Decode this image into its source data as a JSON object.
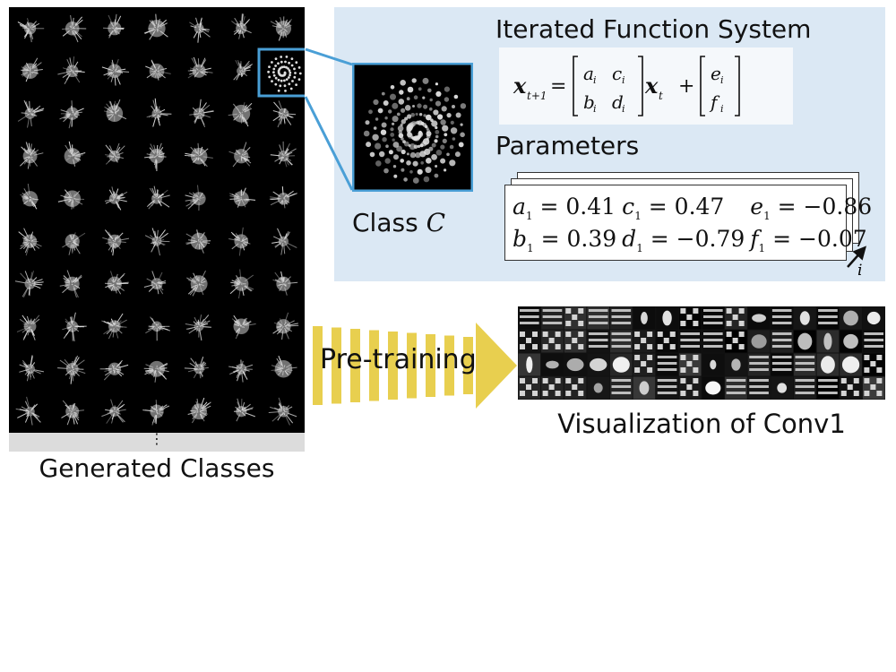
{
  "left_panel": {
    "caption": "Generated Classes",
    "ellipsis": "⋮"
  },
  "class_preview": {
    "label_prefix": "Class",
    "label_symbol": "C"
  },
  "ifs": {
    "title": "Iterated Function System",
    "equation": {
      "lhs": "x",
      "lhs_sub": "t+1",
      "matrix": [
        [
          "a",
          "c"
        ],
        [
          "b",
          "d"
        ]
      ],
      "matrix_sub": "i",
      "vector_var": "x",
      "vector_sub": "t",
      "offset": [
        "e",
        "f"
      ],
      "offset_sub": "i"
    }
  },
  "parameters": {
    "title": "Parameters",
    "rows": [
      [
        {
          "sym": "a",
          "sub": "1",
          "val": "0.41"
        },
        {
          "sym": "c",
          "sub": "1",
          "val": "0.47"
        },
        {
          "sym": "e",
          "sub": "1",
          "val": "−0.86"
        }
      ],
      [
        {
          "sym": "b",
          "sub": "1",
          "val": "0.39"
        },
        {
          "sym": "d",
          "sub": "1",
          "val": "−0.79"
        },
        {
          "sym": "f",
          "sub": "1",
          "val": "−0.07"
        }
      ]
    ],
    "stack_index": "i"
  },
  "pretraining": {
    "label": "Pre-training",
    "stripe_color": "#e8cf4f"
  },
  "conv": {
    "caption": "Visualization of Conv1"
  },
  "colors": {
    "highlight": "#4a9fd6",
    "panel_bg": "#dbe8f4"
  }
}
